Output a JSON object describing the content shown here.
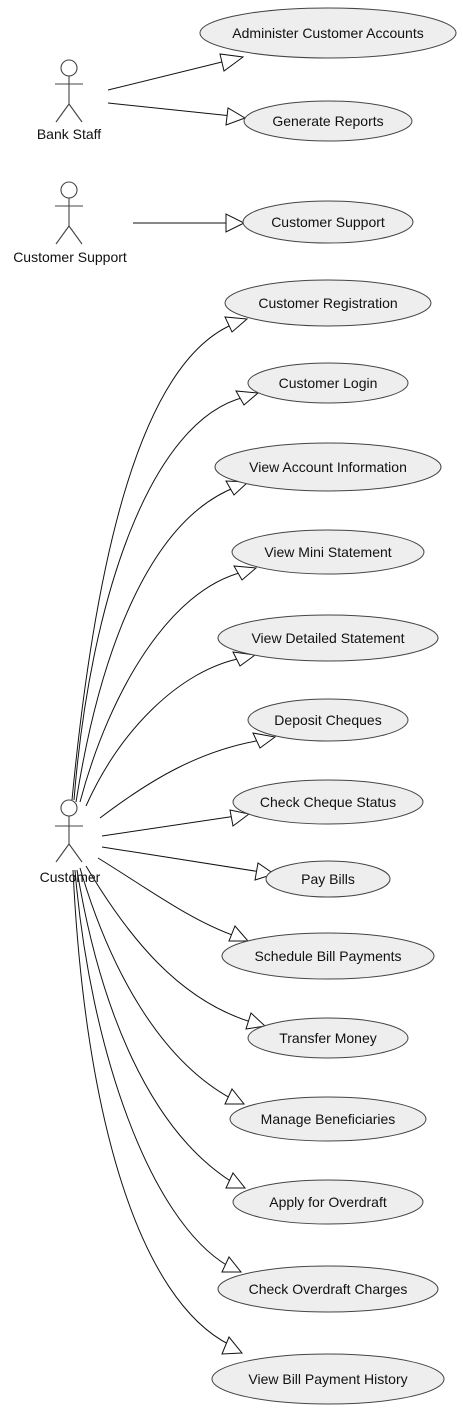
{
  "diagram": {
    "type": "use-case",
    "actors": [
      {
        "id": "bank_staff",
        "label": "Bank Staff"
      },
      {
        "id": "customer_support",
        "label": "Customer Support"
      },
      {
        "id": "customer",
        "label": "Customer"
      }
    ],
    "use_cases": [
      {
        "id": "uc1",
        "label": "Administer Customer Accounts",
        "actor": "bank_staff"
      },
      {
        "id": "uc2",
        "label": "Generate Reports",
        "actor": "bank_staff"
      },
      {
        "id": "uc3",
        "label": "Customer Support",
        "actor": "customer_support"
      },
      {
        "id": "uc4",
        "label": "Customer Registration",
        "actor": "customer"
      },
      {
        "id": "uc5",
        "label": "Customer Login",
        "actor": "customer"
      },
      {
        "id": "uc6",
        "label": "View Account Information",
        "actor": "customer"
      },
      {
        "id": "uc7",
        "label": "View Mini Statement",
        "actor": "customer"
      },
      {
        "id": "uc8",
        "label": "View Detailed Statement",
        "actor": "customer"
      },
      {
        "id": "uc9",
        "label": "Deposit Cheques",
        "actor": "customer"
      },
      {
        "id": "uc10",
        "label": "Check Cheque Status",
        "actor": "customer"
      },
      {
        "id": "uc11",
        "label": "Pay Bills",
        "actor": "customer"
      },
      {
        "id": "uc12",
        "label": "Schedule Bill Payments",
        "actor": "customer"
      },
      {
        "id": "uc13",
        "label": "Transfer Money",
        "actor": "customer"
      },
      {
        "id": "uc14",
        "label": "Manage Beneficiaries",
        "actor": "customer"
      },
      {
        "id": "uc15",
        "label": "Apply for Overdraft",
        "actor": "customer"
      },
      {
        "id": "uc16",
        "label": "Check Overdraft Charges",
        "actor": "customer"
      },
      {
        "id": "uc17",
        "label": "View Bill Payment History",
        "actor": "customer"
      }
    ]
  }
}
